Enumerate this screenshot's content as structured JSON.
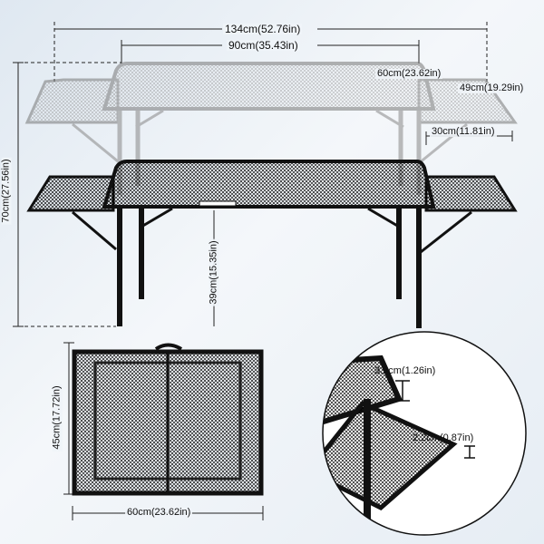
{
  "dimensions": {
    "overall_width": "134cm(52.76in)",
    "table_width": "90cm(35.43in)",
    "table_depth": "60cm(23.62in)",
    "side_shelf_depth": "49cm(19.29in)",
    "side_shelf_width": "30cm(11.81in)",
    "max_height": "70cm(27.56in)",
    "min_height": "39cm(15.35in)",
    "folded_height": "45cm(17.72in)",
    "folded_width": "60cm(23.62in)",
    "tabletop_thickness": "3.2cm(1.26in)",
    "shelf_thickness": "2.2cm(0.87in)"
  },
  "colors": {
    "raised_table": "#9a9a9a",
    "lowered_table": "#1c1c1c",
    "background": "#e8eef4"
  }
}
